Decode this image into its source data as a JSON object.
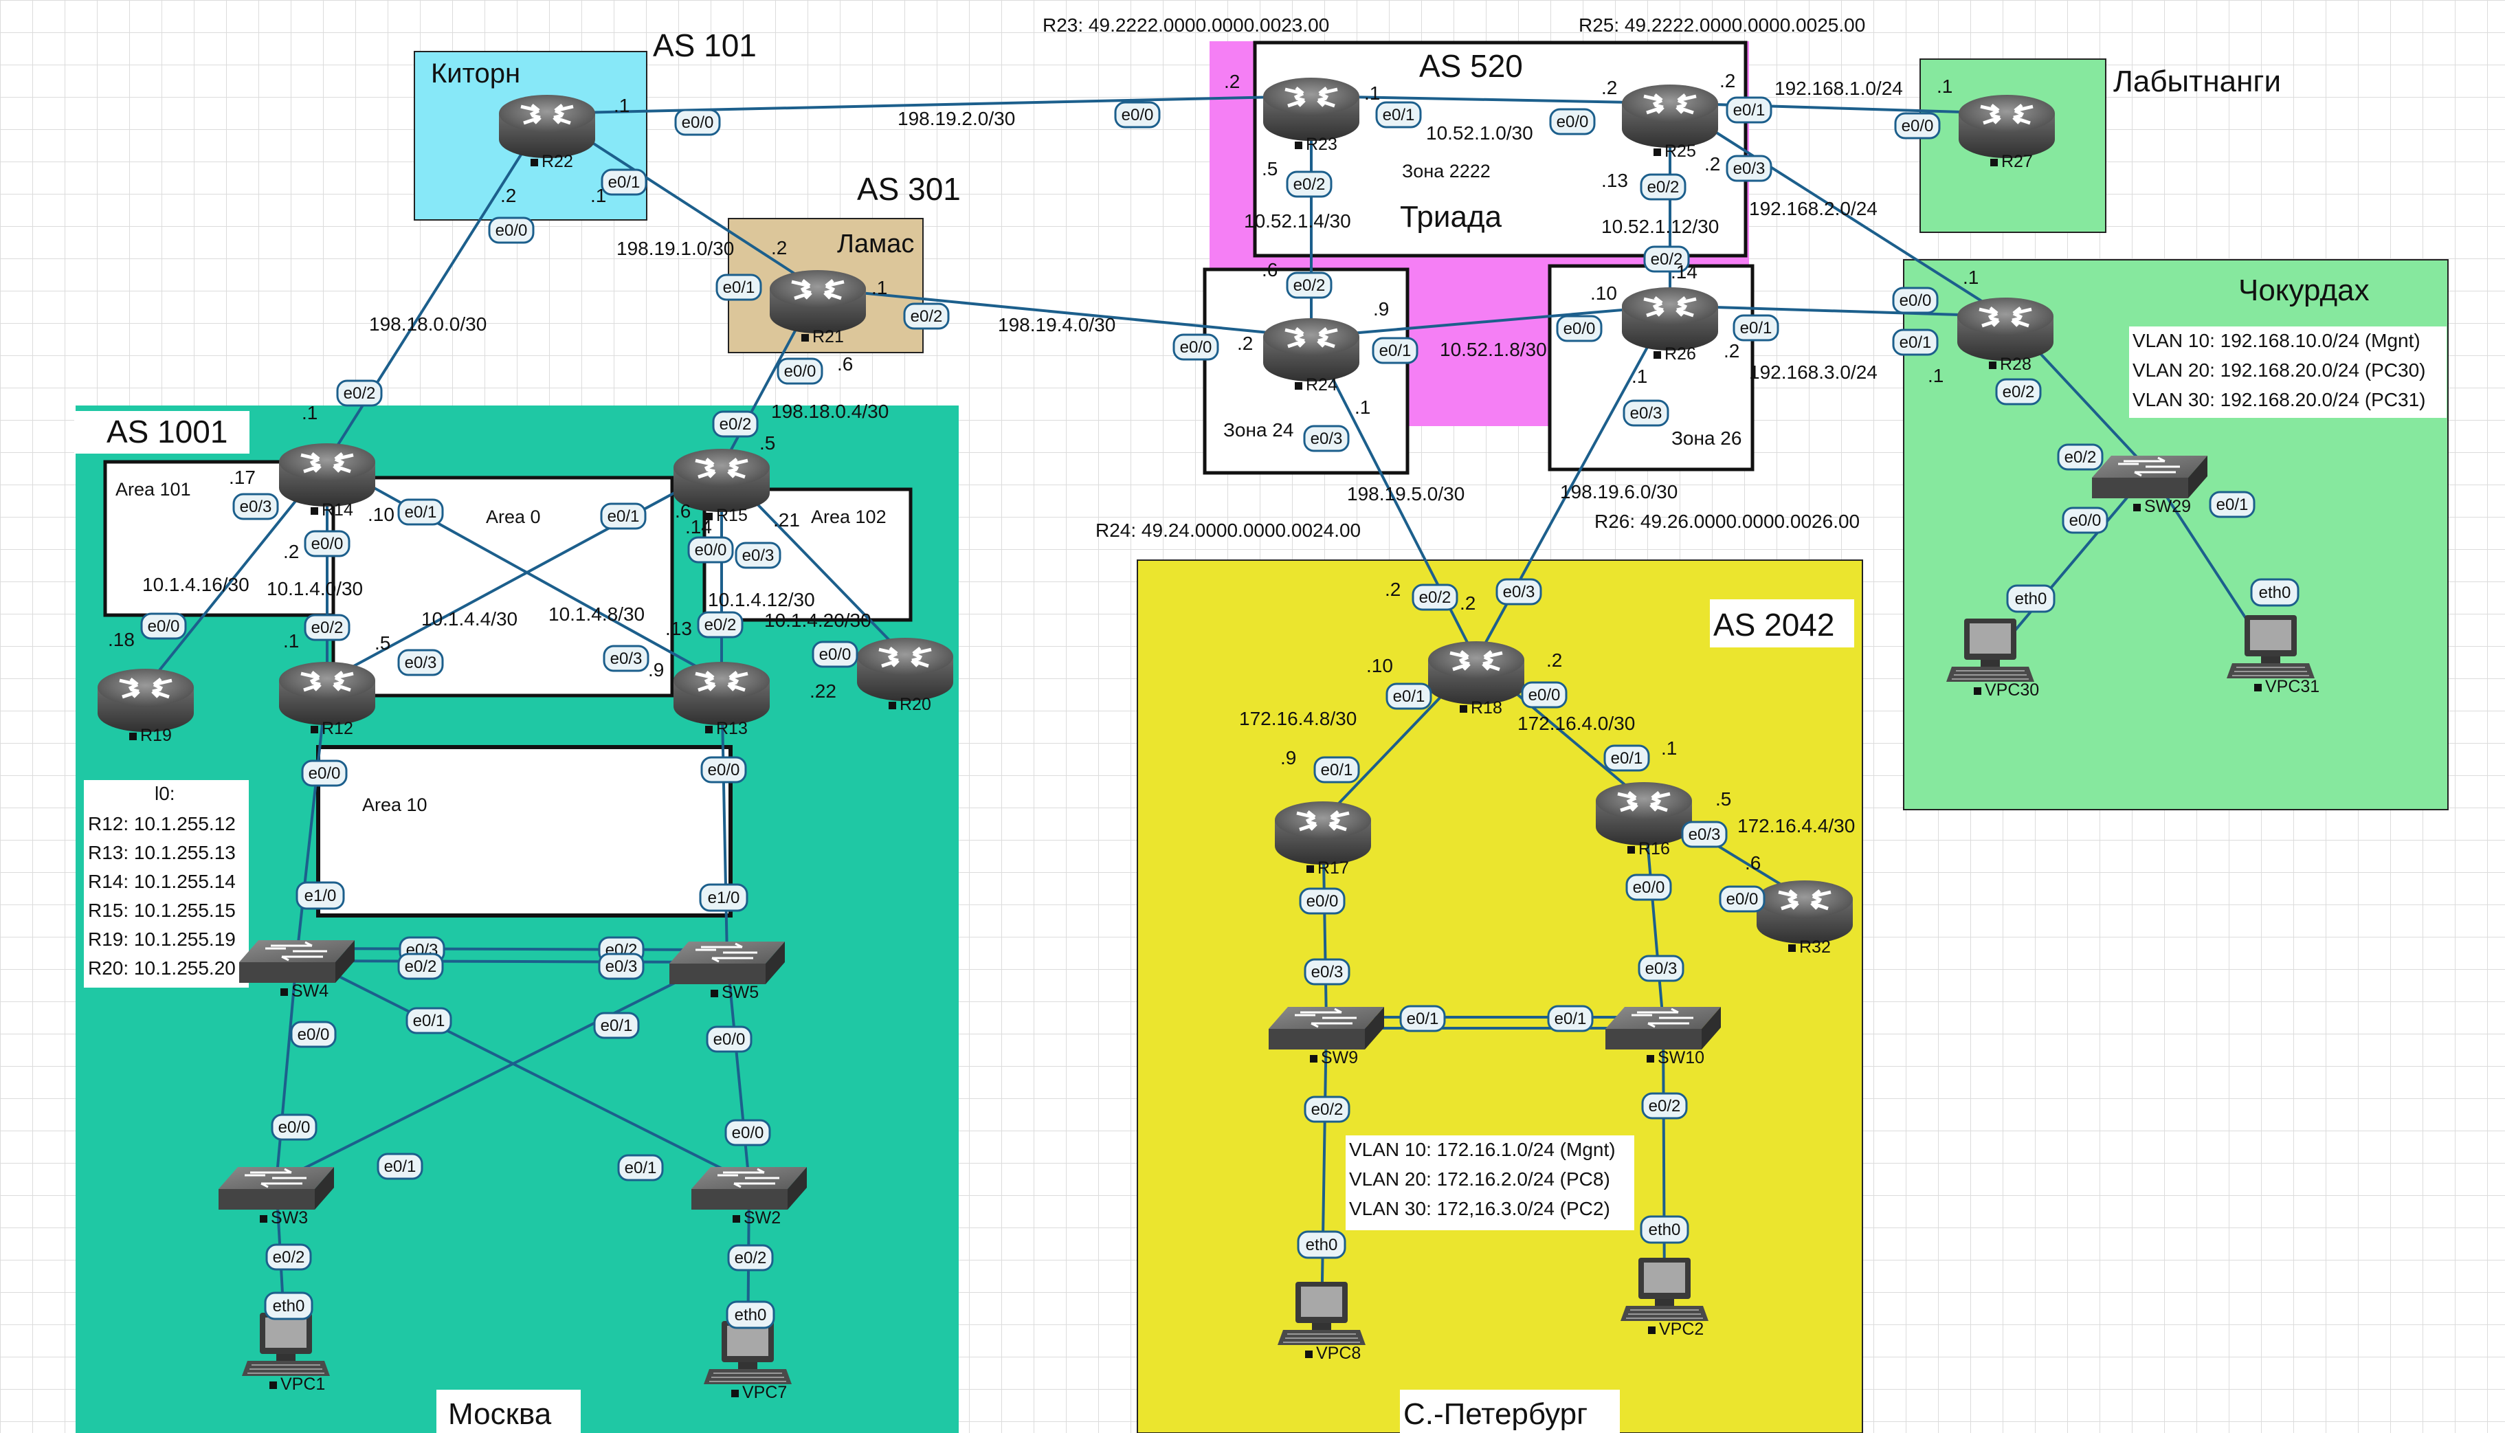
{
  "colors": {
    "grid": "#dcdcdc",
    "moscow_bg": "#1fc8a4",
    "spb_bg": "#ebe52e",
    "triada_bg": "#f57ff5",
    "kitorn_bg": "#87e8f8",
    "lamas_bg": "#dcc69a",
    "green_bg": "#86e89e",
    "link": "#1c5f8c",
    "iface_border": "#1c5f8c",
    "iface_bg": "#e9f3f7"
  },
  "zones": {
    "as101": {
      "title": "AS 101",
      "name": "Киторн"
    },
    "as301": {
      "title": "AS 301",
      "name": "Ламас"
    },
    "as520": {
      "title": "AS 520",
      "name": "Триада",
      "zone": "Зона 2222"
    },
    "zone24": "Зона 24",
    "zone26": "Зона 26",
    "as1001": {
      "title": "AS 1001",
      "name": "Москва"
    },
    "area101": "Area 101",
    "area0": "Area 0",
    "area102": "Area 102",
    "area10": "Area 10",
    "as2042": {
      "title": "AS 2042",
      "name": "С.-Петербург"
    },
    "labyt": "Лабытнанги",
    "chok": "Чокурдах"
  },
  "nsap": {
    "r23": "R23: 49.2222.0000.0000.0023.00",
    "r25": "R25: 49.2222.0000.0000.0025.00",
    "r24": "R24: 49.24.0000.0000.0024.00",
    "r26": "R26: 49.26.0000.0000.0026.00"
  },
  "loopbacks": {
    "title": "l0:",
    "items": [
      "R12: 10.1.255.12",
      "R13: 10.1.255.13",
      "R14: 10.1.255.14",
      "R15: 10.1.255.15",
      "R19: 10.1.255.19",
      "R20: 10.1.255.20"
    ]
  },
  "vlans_chok": [
    "VLAN 10: 192.168.10.0/24 (Mgnt)",
    "VLAN 20: 192.168.20.0/24 (PC30)",
    "VLAN 30: 192.168.20.0/24 (PC31)"
  ],
  "vlans_spb": [
    "VLAN 10: 172.16.1.0/24 (Mgnt)",
    "VLAN 20: 172.16.2.0/24 (PC8)",
    "VLAN 30: 172,16.3.0/24 (PC2)"
  ],
  "devices": [
    {
      "id": "R22",
      "type": "router"
    },
    {
      "id": "R21",
      "type": "router"
    },
    {
      "id": "R23",
      "type": "router"
    },
    {
      "id": "R25",
      "type": "router"
    },
    {
      "id": "R24",
      "type": "router"
    },
    {
      "id": "R26",
      "type": "router"
    },
    {
      "id": "R27",
      "type": "router"
    },
    {
      "id": "R28",
      "type": "router"
    },
    {
      "id": "R14",
      "type": "router"
    },
    {
      "id": "R15",
      "type": "router"
    },
    {
      "id": "R19",
      "type": "router"
    },
    {
      "id": "R12",
      "type": "router"
    },
    {
      "id": "R13",
      "type": "router"
    },
    {
      "id": "R20",
      "type": "router"
    },
    {
      "id": "R18",
      "type": "router"
    },
    {
      "id": "R17",
      "type": "router"
    },
    {
      "id": "R16",
      "type": "router"
    },
    {
      "id": "R32",
      "type": "router"
    },
    {
      "id": "SW4",
      "type": "switch"
    },
    {
      "id": "SW5",
      "type": "switch"
    },
    {
      "id": "SW3",
      "type": "switch"
    },
    {
      "id": "SW2",
      "type": "switch"
    },
    {
      "id": "SW9",
      "type": "switch"
    },
    {
      "id": "SW10",
      "type": "switch"
    },
    {
      "id": "SW29",
      "type": "switch"
    },
    {
      "id": "VPC1",
      "type": "pc"
    },
    {
      "id": "VPC7",
      "type": "pc"
    },
    {
      "id": "VPC8",
      "type": "pc"
    },
    {
      "id": "VPC2",
      "type": "pc"
    },
    {
      "id": "VPC30",
      "type": "pc"
    },
    {
      "id": "VPC31",
      "type": "pc"
    }
  ],
  "subnets": [
    "198.19.2.0/30",
    "198.19.1.0/30",
    "198.18.0.0/30",
    "198.19.4.0/30",
    "198.18.0.4/30",
    "10.52.1.0/30",
    "10.52.1.4/30",
    "10.52.1.8/30",
    "10.52.1.12/30",
    "192.168.1.0/24",
    "192.168.2.0/24",
    "192.168.3.0/24",
    "198.19.5.0/30",
    "198.19.6.0/30",
    "10.1.4.16/30",
    "10.1.4.0/30",
    "10.1.4.4/30",
    "10.1.4.8/30",
    "10.1.4.12/30",
    "10.1.4.20/30",
    "172.16.4.8/30",
    "172.16.4.0/30",
    "172.16.4.4/30"
  ],
  "interfaces": [
    "e0/0",
    "e0/1",
    "e0/2",
    "e0/3",
    "e1/0",
    "eth0"
  ],
  "host_octets": [
    ".1",
    ".2",
    ".5",
    ".6",
    ".9",
    ".10",
    ".13",
    ".14",
    ".17",
    ".18",
    ".21",
    ".22"
  ]
}
